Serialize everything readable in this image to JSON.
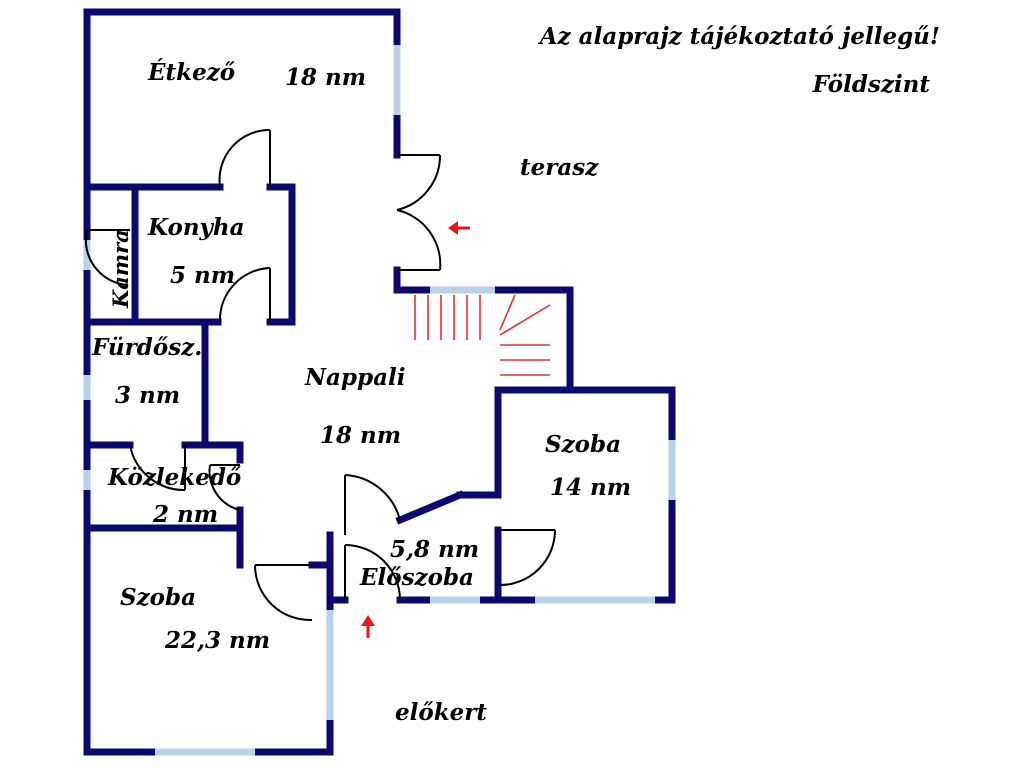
{
  "header": {
    "disclaimer": "Az alaprajz tájékoztató jellegű!",
    "level": "Földszint"
  },
  "outside": {
    "terrace": "terasz",
    "front_garden": "előkert"
  },
  "rooms": {
    "dining": {
      "name": "Étkező",
      "area": "18 nm"
    },
    "kitchen": {
      "name": "Konyha",
      "area": "5 nm"
    },
    "pantry": {
      "name": "Kamra"
    },
    "bathroom": {
      "name": "Fürdősz.",
      "area": "3 nm"
    },
    "corridor": {
      "name": "Közlekedő",
      "area": "2 nm"
    },
    "living": {
      "name": "Nappali",
      "area": "18 nm"
    },
    "room_east": {
      "name": "Szoba",
      "area": "14 nm"
    },
    "hall": {
      "name": "Előszoba",
      "area": "5,8 nm"
    },
    "room_west": {
      "name": "Szoba",
      "area": "22,3 nm"
    }
  },
  "colors": {
    "wall": "#0a0a6e",
    "window": "#b8d2ea",
    "stairs": "#e03030",
    "arrow": "#e81818",
    "door": "#000000"
  }
}
